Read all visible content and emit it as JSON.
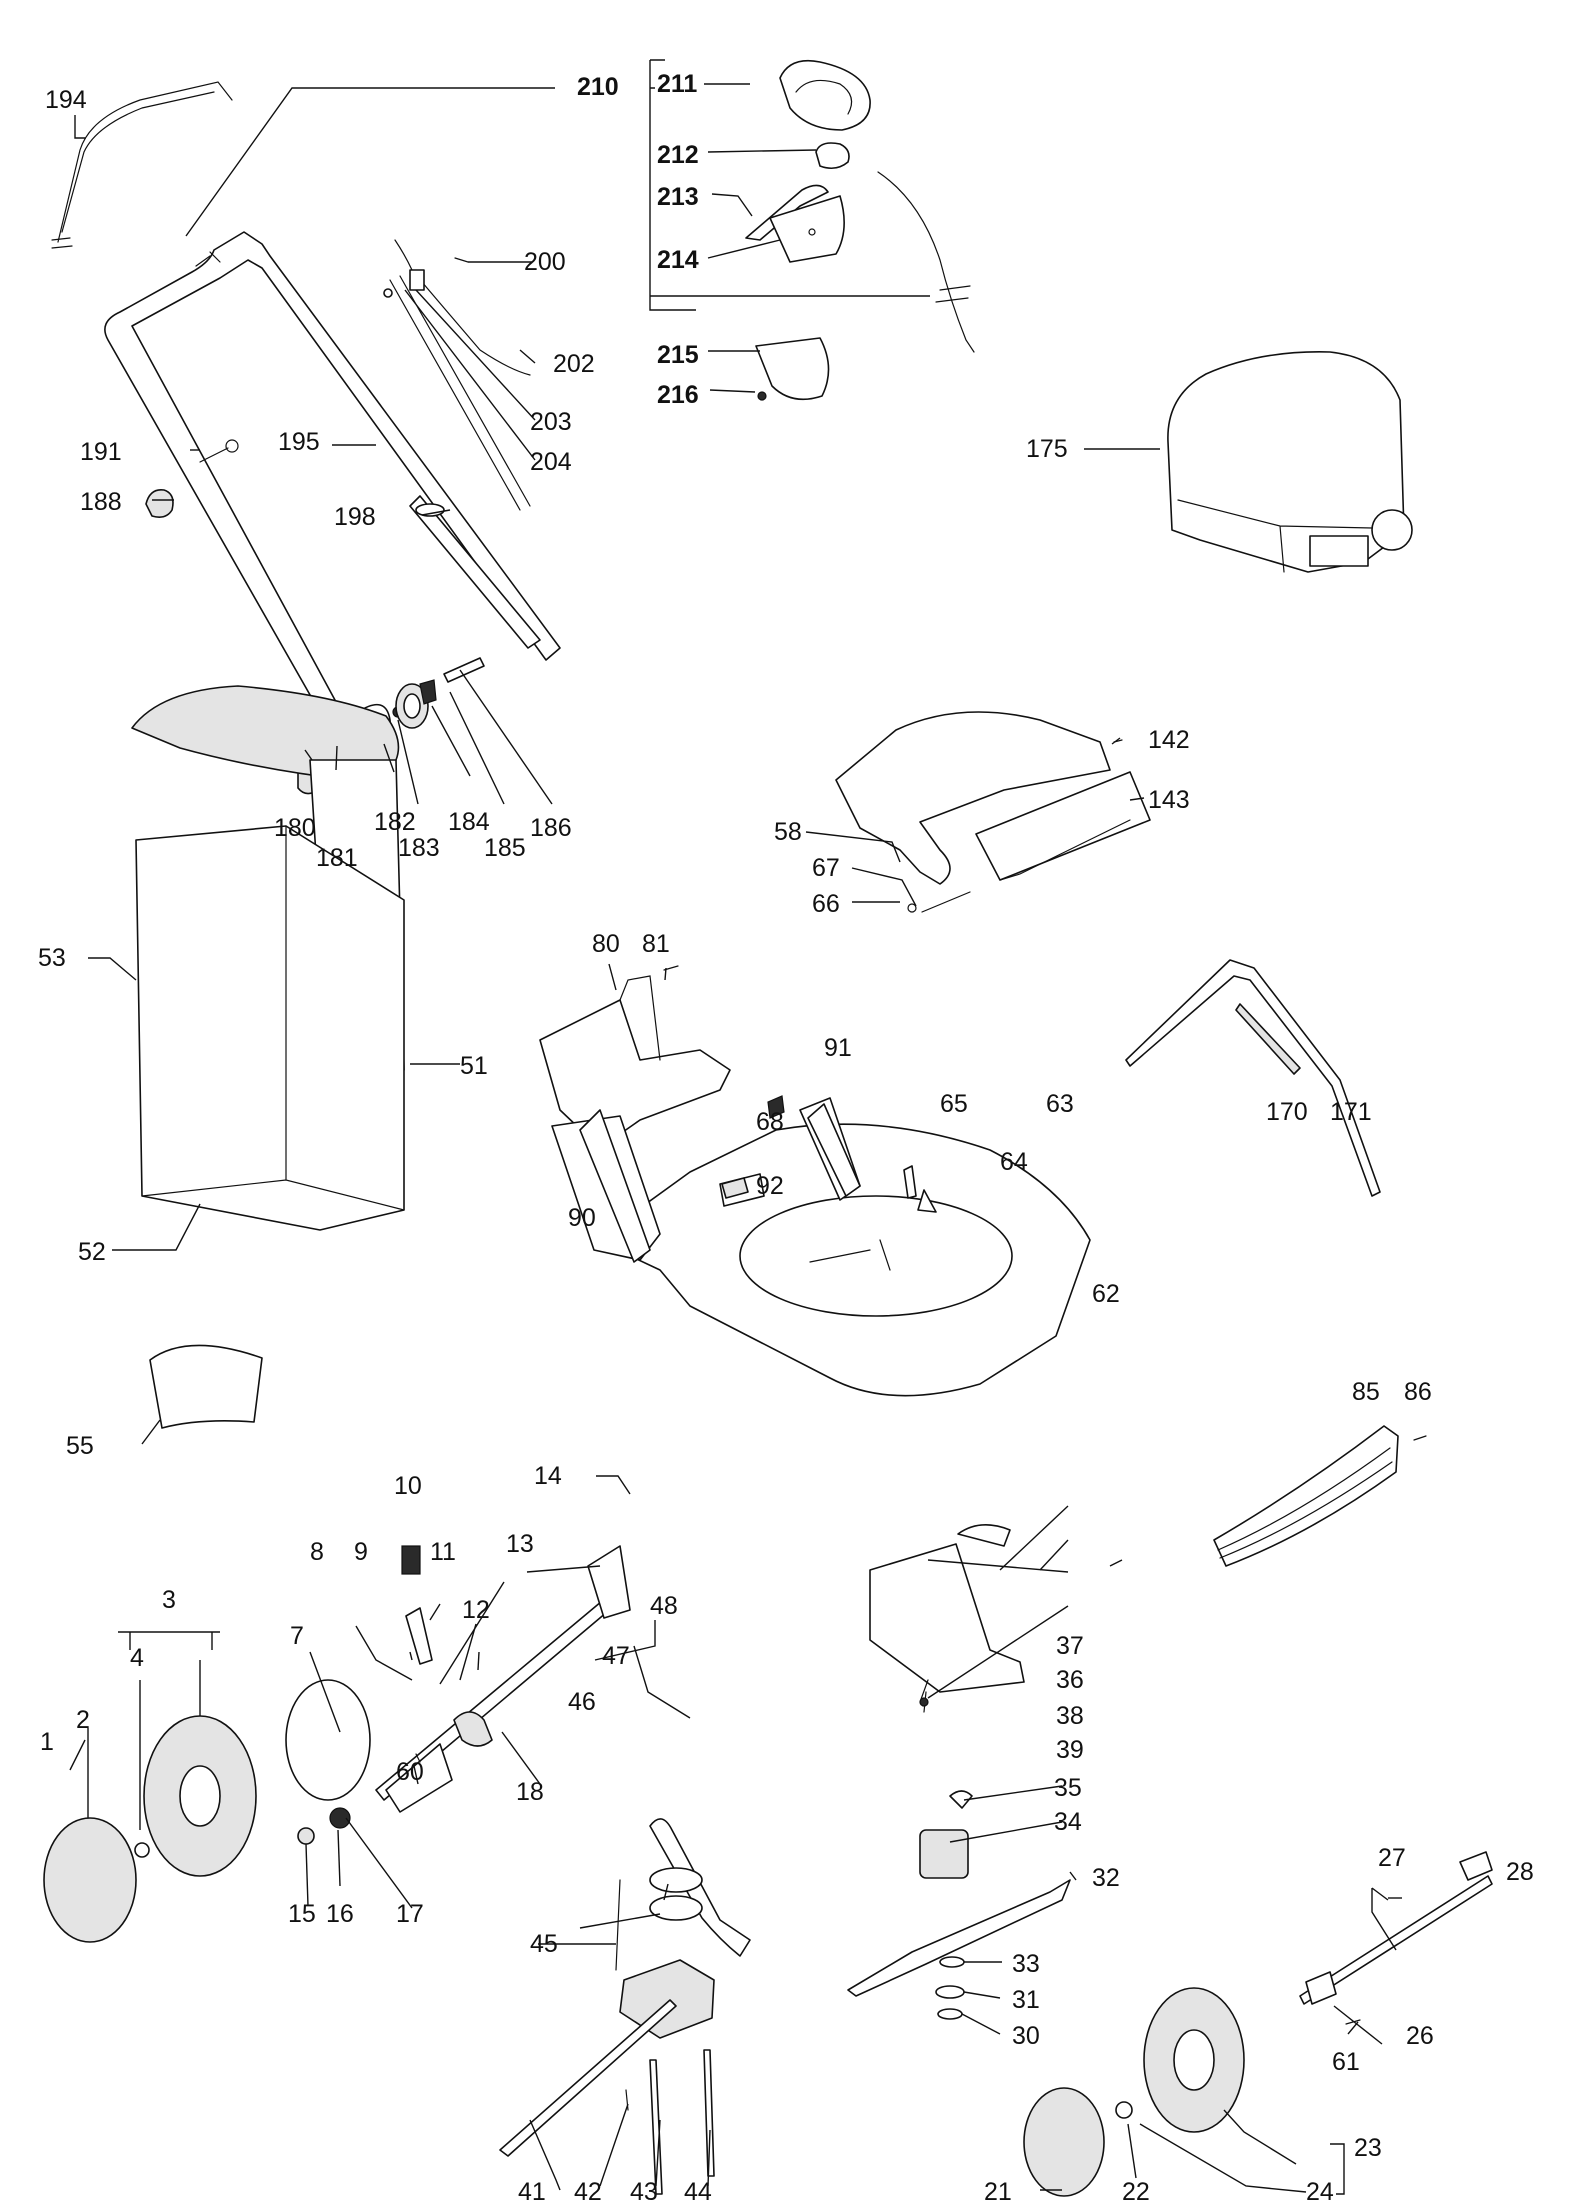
{
  "diagram_title": "",
  "labels": {
    "p1": "1",
    "p2": "2",
    "p3": "3",
    "p4": "4",
    "p7": "7",
    "p8": "8",
    "p9": "9",
    "p10": "10",
    "p11": "11",
    "p12": "12",
    "p13": "13",
    "p14": "14",
    "p15": "15",
    "p16": "16",
    "p17": "17",
    "p18": "18",
    "p21": "21",
    "p22": "22",
    "p23": "23",
    "p24": "24",
    "p26": "26",
    "p27": "27",
    "p28": "28",
    "p30": "30",
    "p31": "31",
    "p32": "32",
    "p33": "33",
    "p34": "34",
    "p35": "35",
    "p36": "36",
    "p37": "37",
    "p38": "38",
    "p39": "39",
    "p41": "41",
    "p42": "42",
    "p43": "43",
    "p44": "44",
    "p45": "45",
    "p46": "46",
    "p47": "47",
    "p48": "48",
    "p51": "51",
    "p52": "52",
    "p53": "53",
    "p55": "55",
    "p58": "58",
    "p60": "60",
    "p61": "61",
    "p62": "62",
    "p63": "63",
    "p64": "64",
    "p65": "65",
    "p66": "66",
    "p67": "67",
    "p68": "68",
    "p80": "80",
    "p81": "81",
    "p85": "85",
    "p86": "86",
    "p90": "90",
    "p91": "91",
    "p92": "92",
    "p142": "142",
    "p143": "143",
    "p170": "170",
    "p171": "171",
    "p175": "175",
    "p180": "180",
    "p181": "181",
    "p182": "182",
    "p183": "183",
    "p184": "184",
    "p185": "185",
    "p186": "186",
    "p188": "188",
    "p191": "191",
    "p194": "194",
    "p195": "195",
    "p198": "198",
    "p200": "200",
    "p202": "202",
    "p203": "203",
    "p204": "204",
    "p210": "210",
    "p211": "211",
    "p212": "212",
    "p213": "213",
    "p214": "214",
    "p215": "215",
    "p216": "216"
  }
}
